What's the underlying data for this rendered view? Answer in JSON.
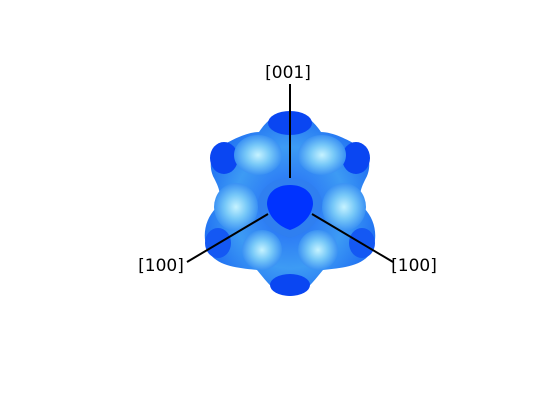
{
  "figure": {
    "axes": {
      "top": "[001]",
      "left": "[100]",
      "right": "[100]"
    },
    "colors": {
      "surface_dark": "#0046ff",
      "surface_mid": "#1b7bf5",
      "surface_light": "#7cd2fb",
      "surface_highlight": "#bff0ff",
      "axis": "#000000",
      "background": "#ffffff"
    }
  }
}
